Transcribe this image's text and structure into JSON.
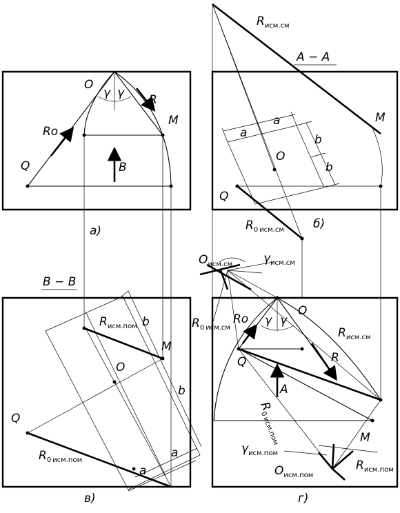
{
  "views": {
    "a": {
      "caption": "а)",
      "labels": {
        "O": "O",
        "R": "R",
        "M": "M",
        "Ro": "Ro",
        "Q": "Q",
        "B": "B",
        "gamma1": "γ",
        "gamma2": "γ"
      }
    },
    "b": {
      "caption": "б)",
      "section_title": "A − A",
      "labels": {
        "R_main": "R",
        "R_sub": "исм.см",
        "M": "M",
        "Q": "Q",
        "O": "O",
        "a1": "a",
        "a2": "a",
        "b1": "b",
        "b2": "b",
        "R0_main": "R",
        "R0_idx": "0",
        "R0_sub": "исм.см"
      }
    },
    "v": {
      "caption": "в)",
      "section_title": "B − B",
      "labels": {
        "R_main": "R",
        "R_sub": "исм.пом",
        "M": "M",
        "O": "O",
        "Q": "Q",
        "b1": "b",
        "b2": "b",
        "a1": "a",
        "a2": "a",
        "R0_main": "R",
        "R0_idx": "0",
        "R0_sub": "исм.пом"
      }
    },
    "g": {
      "caption": "г)",
      "labels": {
        "Ocs_main": "O",
        "Ocs_sub": "исм.см",
        "gcs_main": "γ",
        "gcs_sub": "исм.см",
        "R0cs_main": "R",
        "R0cs_idx": "0",
        "R0cs_sub": "исм.см",
        "Ro": "Ro",
        "O": "O",
        "gamma1": "γ",
        "gamma2": "γ",
        "Rcs_main": "R",
        "Rcs_sub": "исм.см",
        "R": "R",
        "Q": "Q",
        "A": "A",
        "R0cp_main": "R",
        "R0cp_idx": "0",
        "R0cp_sub": "исм.пом",
        "M": "M",
        "gcp_main": "γ",
        "gcp_sub": "исм.пом",
        "Rcp_main": "R",
        "Rcp_sub": "исм.пом",
        "Ocp_main": "O",
        "Ocp_sub": "исм.пом"
      }
    }
  }
}
